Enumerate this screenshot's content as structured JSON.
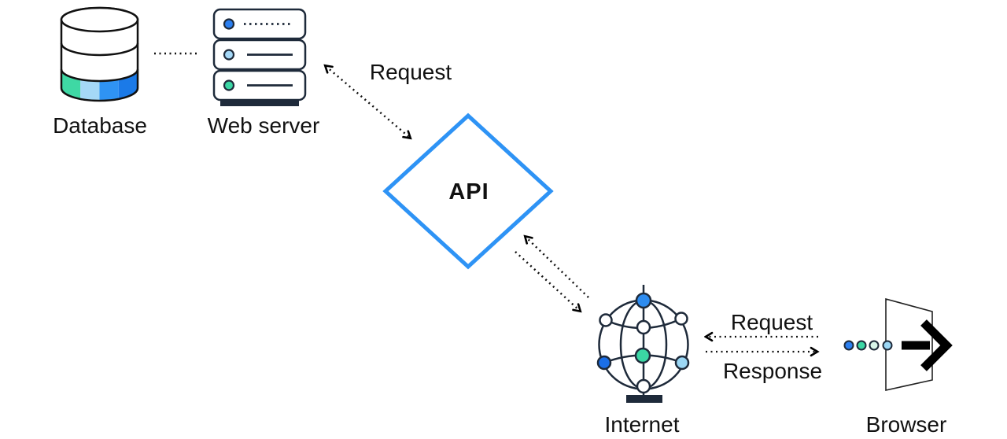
{
  "labels": {
    "database": "Database",
    "web_server": "Web server",
    "api": "API",
    "internet": "Internet",
    "browser": "Browser"
  },
  "arrows": {
    "webserver_api_label": "Request",
    "internet_browser_request_label": "Request",
    "internet_browser_response_label": "Response"
  },
  "colors": {
    "outline_navy": "#1e2a3a",
    "outline_black": "#111111",
    "api_blue": "#2e93f5",
    "blue": "#2b7ff0",
    "blue_medium": "#2d8cf0",
    "blue_deep": "#1b6fe8",
    "teal": "#3bd6a4",
    "light_blue": "#a5d8f7",
    "pale_mint": "#d9f6ea",
    "cyan_light": "#9bd7f5",
    "db_band_1": "#3fd8a4",
    "db_band_2": "#a5d8f7",
    "db_band_3": "#2f93f3",
    "db_band_4": "#1b7ae8",
    "arrow_black": "#000000",
    "white": "#ffffff"
  }
}
